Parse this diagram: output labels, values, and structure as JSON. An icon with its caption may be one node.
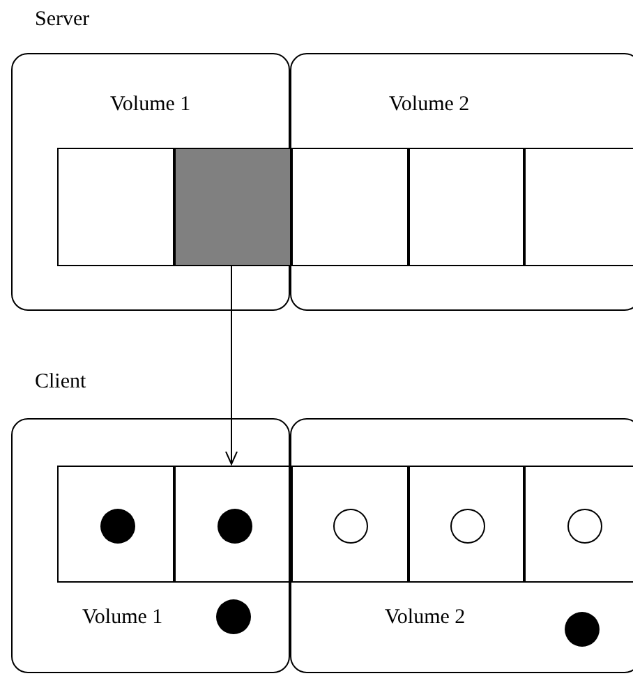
{
  "diagram": {
    "nodes": [
      {
        "text": [
          "Volume 1"
        ]
      },
      {
        "text": [
          "Volume 2"
        ]
      },
      {
        "text": [],
        "shape": "box",
        "in": 0
      },
      {
        "text": [],
        "shape": "box",
        "in": 0
      },
      {
        "text": [],
        "shape": "box",
        "in": 1
      },
      {
        "text": [],
        "shape": "box",
        "in": 1
      },
      {
        "text": [],
        "shape": "box",
        "in": 1
      },
      {
        "text": [
          "Volume 1"
        ]
      },
      {
        "text": [
          "Volume 2"
        ]
      },
      {
        "text": [],
        "shape": "box",
        "in": 7
      },
      {
        "text": [],
        "shape": "box",
        "in": 7
      },
      {
        "text": [],
        "shape": "box",
        "in": 8
      },
      {
        "text": [],
        "shape": "box",
        "in": 8
      },
      {
        "text": [],
        "shape": "box",
        "in": 8
      },
      {
        "text": [],
        "shape": "dot",
        "in": 9
      },
      {
        "text": [],
        "shape": "dot",
        "in": 10
      },
      {
        "text": [],
        "shape": "circle",
        "in": 11
      },
      {
        "text": [],
        "shape": "circle",
        "in": 12
      },
      {
        "text": [],
        "shape": "circle",
        "in": 13
      },
      {
        "text": [],
        "shape": "dot",
        "in": 7
      },
      {
        "text": [],
        "shape": "dot",
        "in": 8
      }
    ],
    "edges": [
      {
        "from": 3,
        "to": 10,
        "arrow": "to"
      }
    ],
    "labels": [
      "Server",
      "Client"
    ]
  }
}
